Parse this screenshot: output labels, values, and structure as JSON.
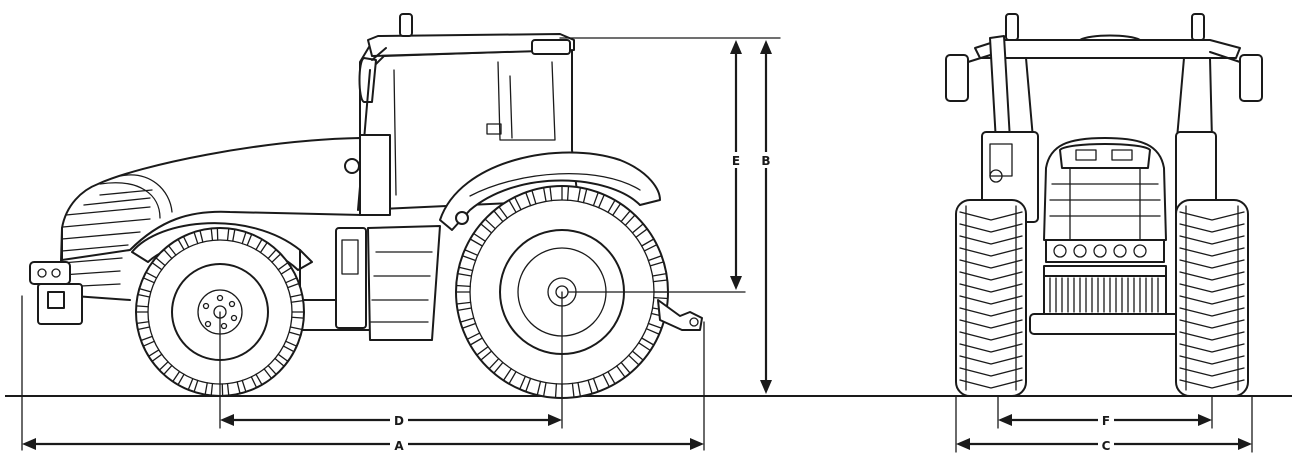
{
  "dimensions": {
    "A": "A",
    "B": "B",
    "C": "C",
    "D": "D",
    "E": "E",
    "F": "F"
  },
  "colors": {
    "ink": "#1a1a1a",
    "paper": "#ffffff"
  }
}
